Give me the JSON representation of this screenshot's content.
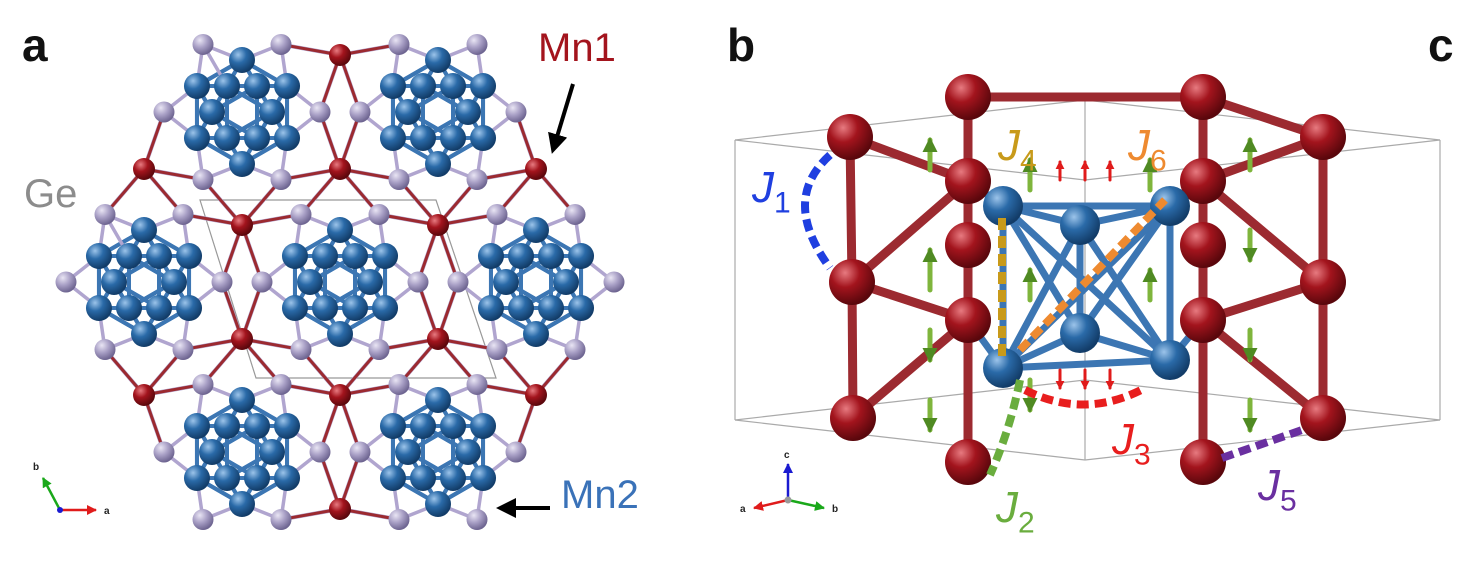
{
  "panels": {
    "a": "a",
    "b": "b",
    "c": "c"
  },
  "labels": {
    "mn1": "Mn1",
    "mn2": "Mn2",
    "ge": "Ge"
  },
  "exchange": [
    {
      "id": "J1",
      "symbol": "J",
      "sub": "1",
      "color": "#1f3fe0"
    },
    {
      "id": "J2",
      "symbol": "J",
      "sub": "2",
      "color": "#6aad3e"
    },
    {
      "id": "J3",
      "symbol": "J",
      "sub": "3",
      "color": "#e81e1e"
    },
    {
      "id": "J4",
      "symbol": "J",
      "sub": "4",
      "color": "#c89a1a"
    },
    {
      "id": "J5",
      "symbol": "J",
      "sub": "5",
      "color": "#6a2fa0"
    },
    {
      "id": "J6",
      "symbol": "J",
      "sub": "6",
      "color": "#ee8a30"
    }
  ],
  "axes": {
    "a_panel": {
      "x": "a",
      "y": "b"
    },
    "b_panel": {
      "x": "b",
      "y": "c",
      "z": "a"
    }
  },
  "colors": {
    "mn1": "#a3141d",
    "mn2": "#2a6aa8",
    "ge": "#a9a0c6",
    "bond_mn2": "#3c76b3",
    "bond_ge": "#b0a5cf",
    "bond_mn1": "#9c2a30",
    "spin": "#7fb53c"
  }
}
